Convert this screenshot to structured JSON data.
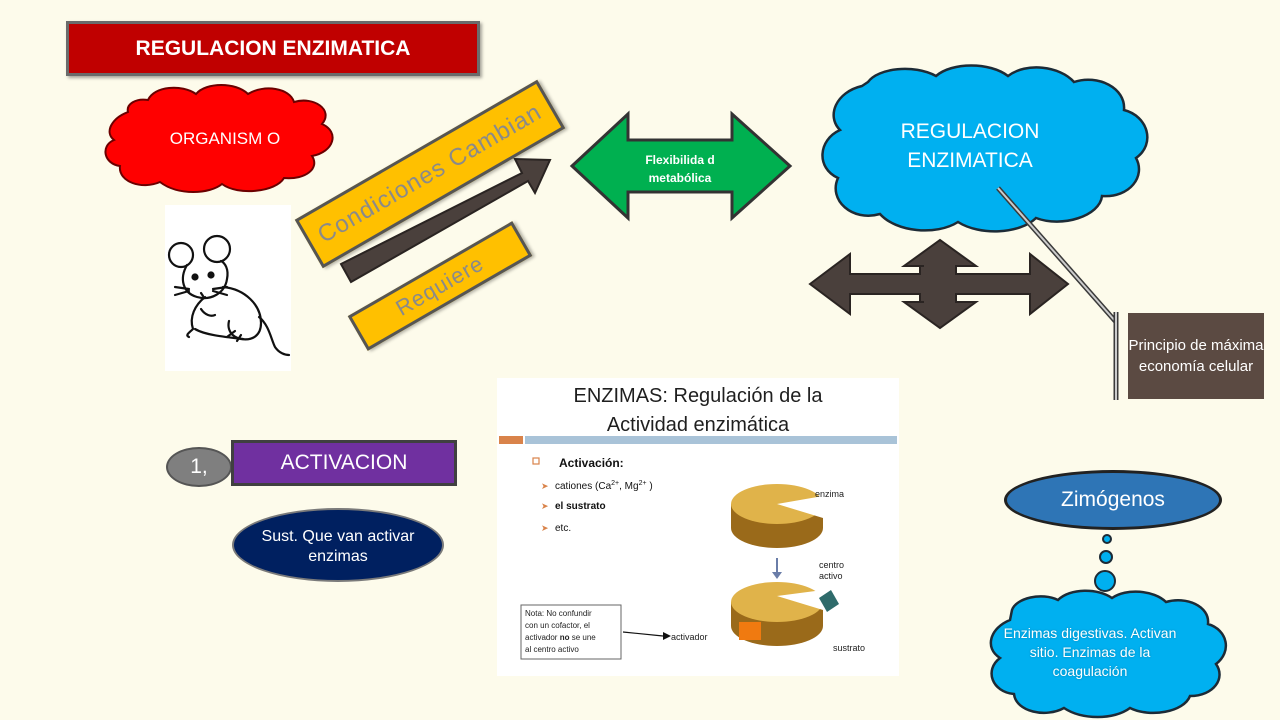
{
  "title": "REGULACION ENZIMATICA",
  "organismo": "ORGANISM O",
  "condiciones": "Condiciones Cambian",
  "requiere": "Requiere",
  "flexibilidad": "Flexibilida d metabólica",
  "regulacion_cloud": "REGULACION ENZIMATICA",
  "principio": "Principio de máxima economía celular",
  "activacion_number": "1,",
  "activacion": "ACTIVACION",
  "sustancias": "Sust. Que van activar enzimas",
  "zimogenos": "Zimógenos",
  "zimogenos_cloud": "Enzimas digestivas. Activan sitio. Enzimas de la coagulación",
  "panel": {
    "title_line1": "ENZIMAS: Regulación de la",
    "title_line2": "Actividad enzimática",
    "heading": "Activación:",
    "item1_prefix": "cationes (Ca",
    "item1_sup1": "2+",
    "item1_mid": ", Mg",
    "item1_sup2": "2+",
    "item1_suffix": " )",
    "item2": "el sustrato",
    "item3": "etc.",
    "label_enzima": "enzima",
    "label_centro1": "centro",
    "label_centro2": "activo",
    "label_sustrato": "sustrato",
    "label_activador": "activador",
    "note1": "Nota: No confundir",
    "note2": "con  un cofactor, el",
    "note3_a": "activador ",
    "note3_b": "no",
    "note3_c": " se une",
    "note4": "al centro activo"
  },
  "colors": {
    "background": "#fdfbeb",
    "title_red": "#c00000",
    "organismo_red": "#ff0000",
    "cloud_blue": "#00b0f0",
    "orange_box": "#ffc000",
    "green_arrow": "#00b050",
    "dark_arrow": "#4a403c",
    "purple": "#7030a0",
    "navy": "#002060",
    "zimogenos_blue": "#2e75b6"
  }
}
